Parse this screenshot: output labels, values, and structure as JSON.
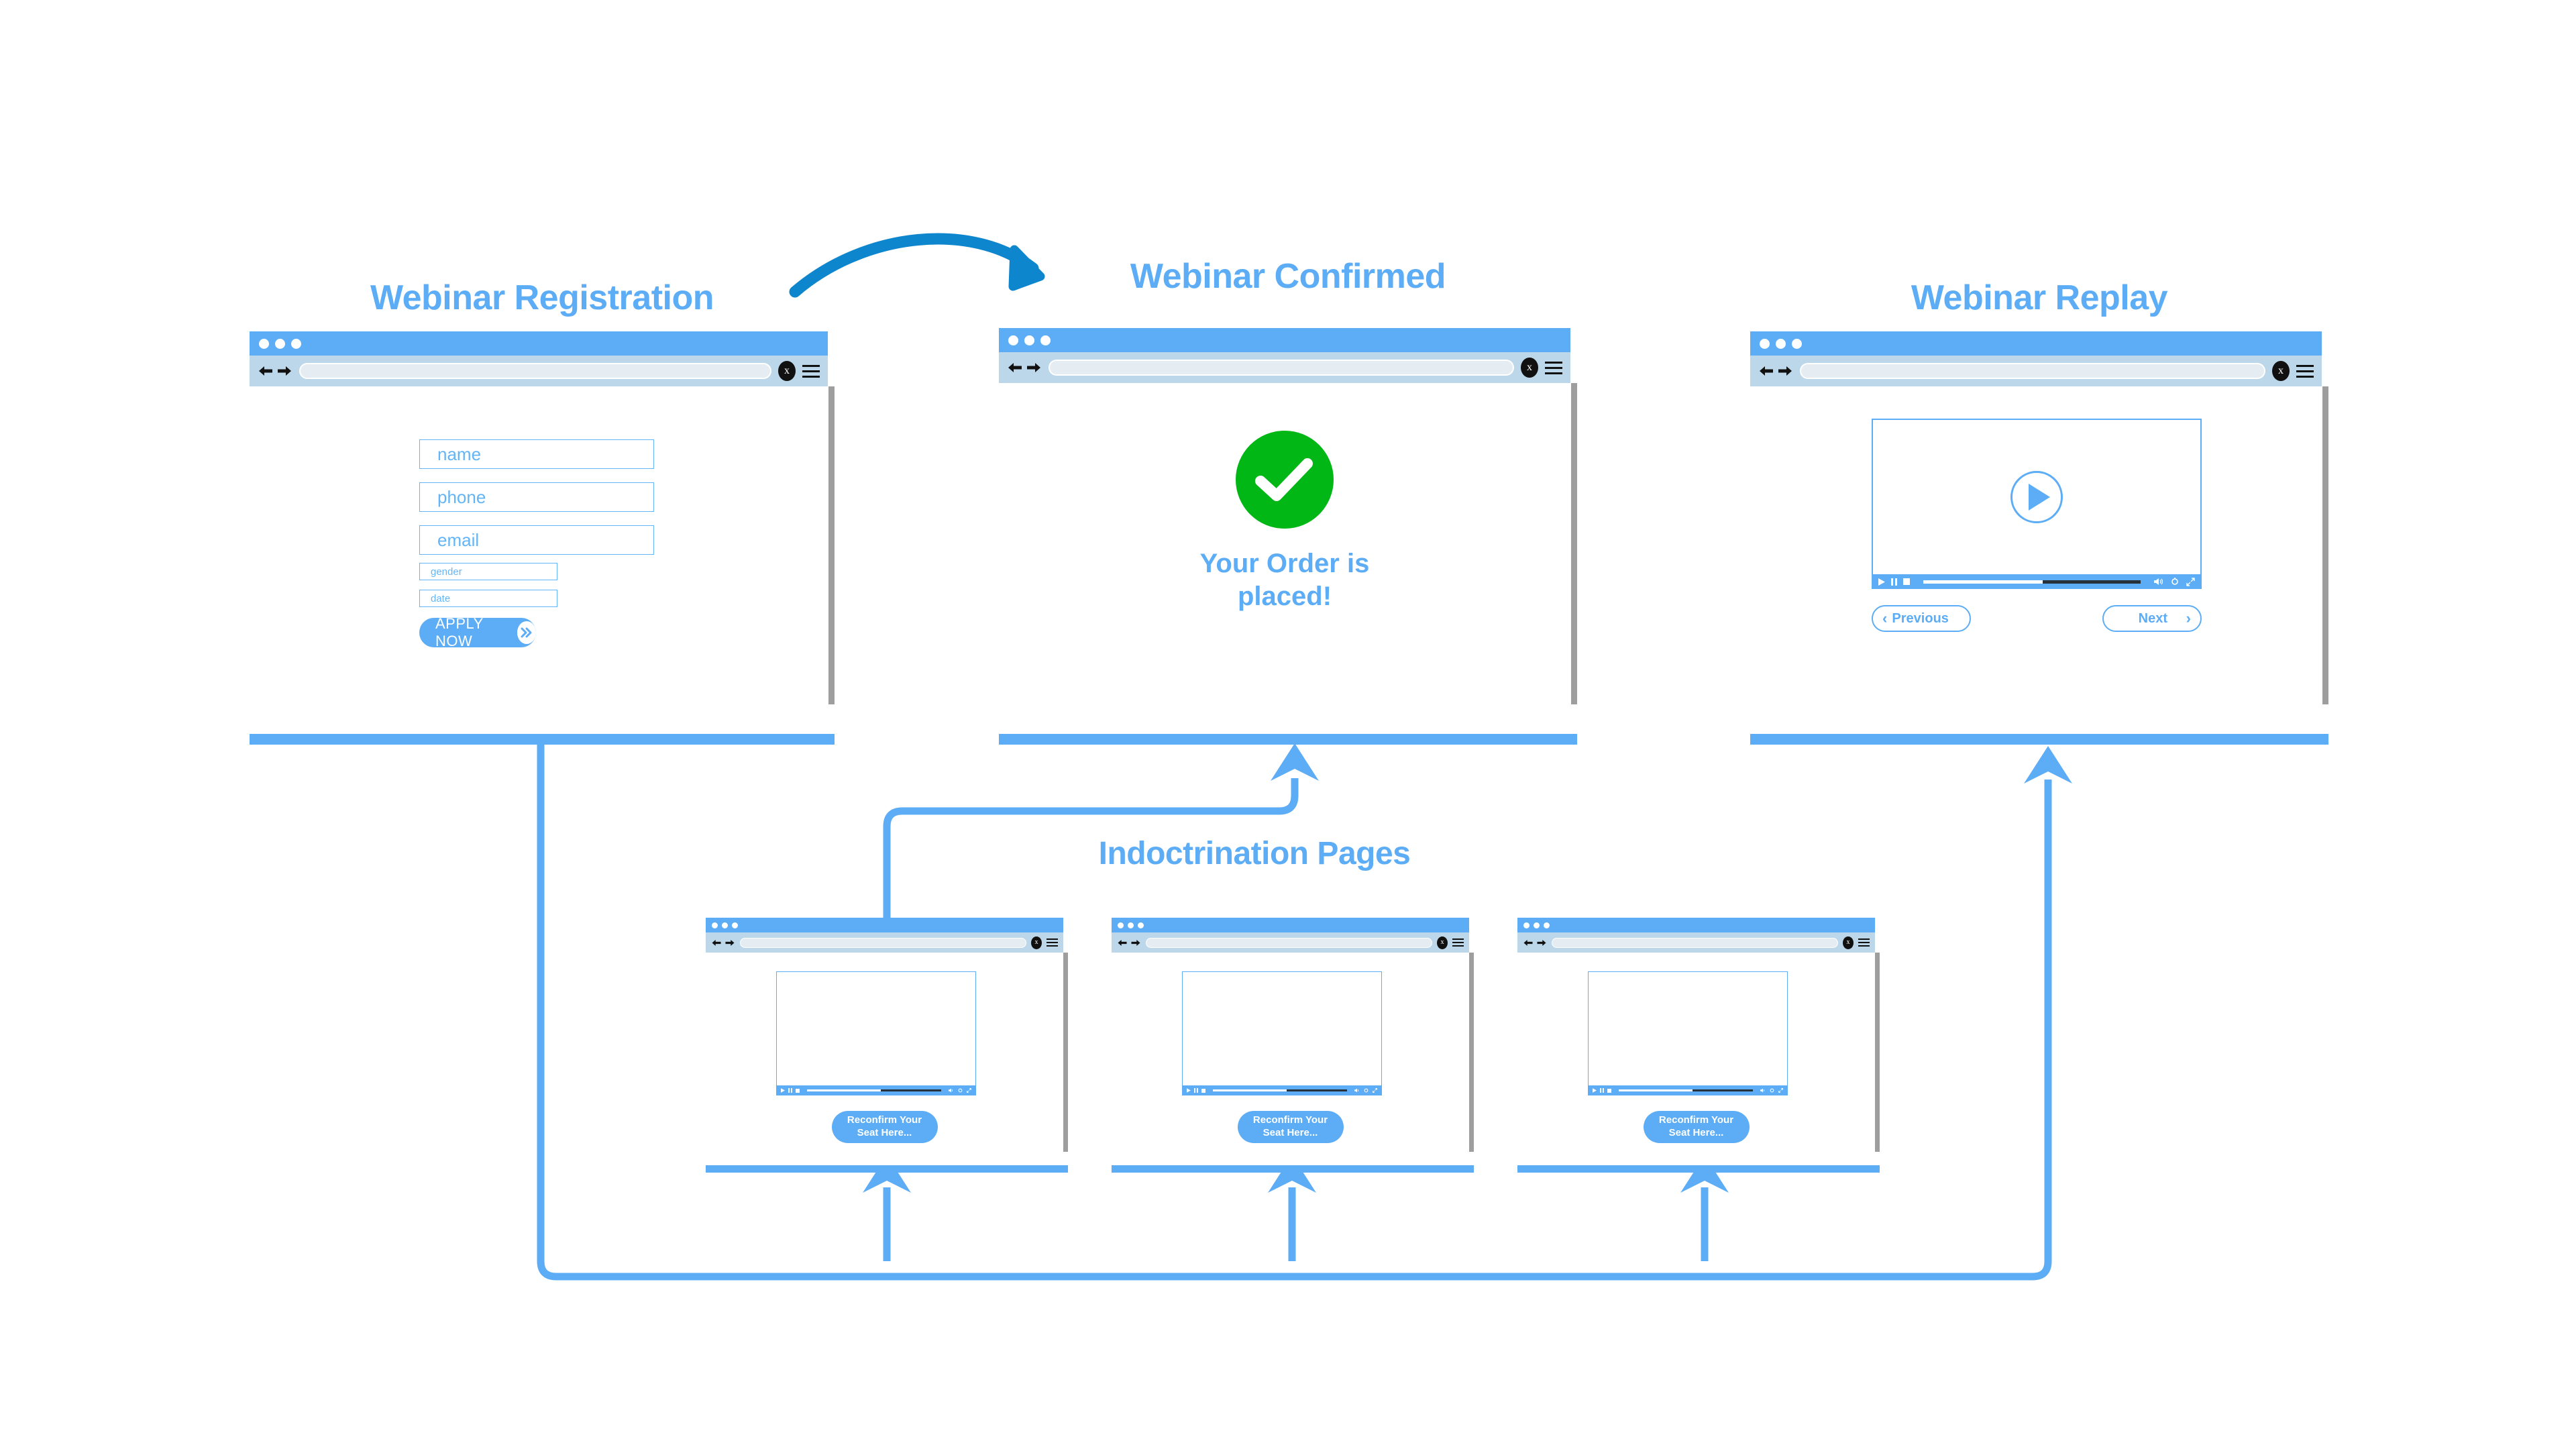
{
  "colors": {
    "accent_blue": "#5CADF5",
    "title_blue": "#5CADF5",
    "toolbar_blue_gray": "#bcd7e9",
    "urlbar_fill": "#e6edf2",
    "success_green": "#00b715",
    "scrollbar_gray": "#9e9e9e",
    "arrow_dark_blue": "#0e86cd",
    "video_progress_rest": "#27313a"
  },
  "sections": {
    "registration": {
      "title": "Webinar Registration"
    },
    "confirmed": {
      "title": "Webinar Confirmed"
    },
    "replay": {
      "title": "Webinar Replay"
    },
    "indoctrination": {
      "title": "Indoctrination Pages"
    }
  },
  "browser_chrome": {
    "close_label": "x",
    "url_value": "",
    "url_placeholder": ""
  },
  "registration_form": {
    "fields": [
      {
        "name": "name",
        "placeholder": "name"
      },
      {
        "name": "phone",
        "placeholder": "phone"
      },
      {
        "name": "email",
        "placeholder": "email"
      },
      {
        "name": "gender",
        "placeholder": "gender"
      },
      {
        "name": "date",
        "placeholder": "date"
      }
    ],
    "submit_label": "APPLY NOW",
    "submit_icon": "double-chevron-right-icon"
  },
  "confirmation": {
    "icon": "green-check-circle-icon",
    "message_line_1": "Your Order is",
    "message_line_2": "placed!"
  },
  "replay": {
    "player": {
      "play_icon": "play-icon",
      "pause_icon": "pause-icon",
      "stop_icon": "stop-icon",
      "volume_icon": "volume-icon",
      "settings_icon": "gear-icon",
      "fullscreen_icon": "fullscreen-icon",
      "progress_percent": 55
    },
    "prev_label": "Previous",
    "next_label": "Next",
    "prev_icon": "chevron-left-icon",
    "next_icon": "chevron-right-icon"
  },
  "indoctrination_pages": [
    {
      "cta_line_1": "Reconfirm Your",
      "cta_line_2": "Seat Here...",
      "progress_percent": 55
    },
    {
      "cta_line_1": "Reconfirm Your",
      "cta_line_2": "Seat Here...",
      "progress_percent": 55
    },
    {
      "cta_line_1": "Reconfirm Your",
      "cta_line_2": "Seat Here...",
      "progress_percent": 55
    }
  ]
}
